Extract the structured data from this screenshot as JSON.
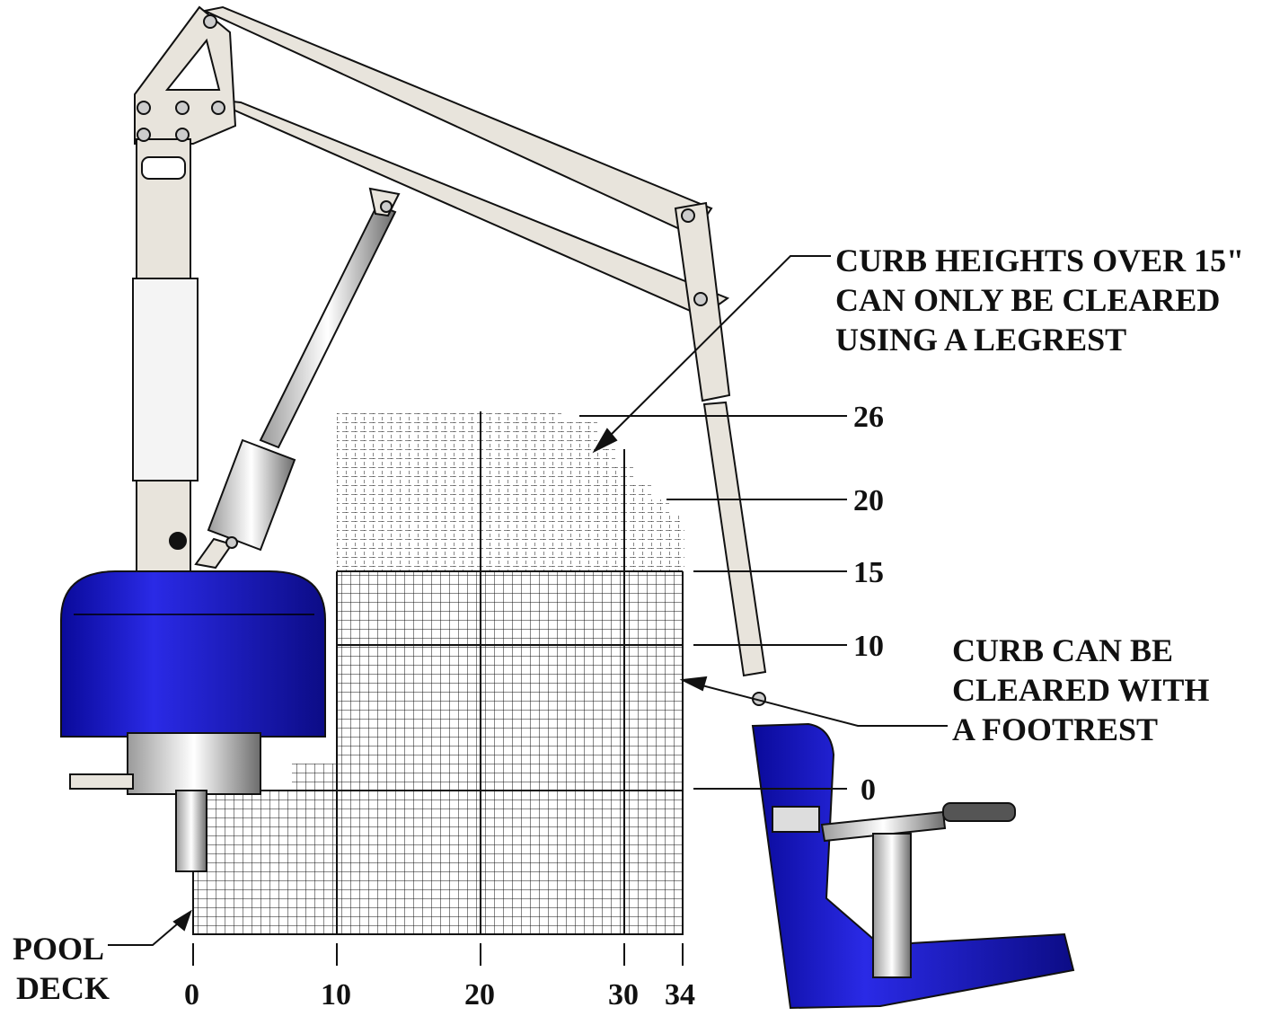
{
  "notes": {
    "legrest_line1": "CURB HEIGHTS OVER 15\"",
    "legrest_line2": "CAN ONLY BE CLEARED",
    "legrest_line3": "USING A LEGREST",
    "footrest_line1": "CURB CAN BE",
    "footrest_line2": "CLEARED WITH",
    "footrest_line3": "A FOOTREST",
    "pool_deck_line1": "POOL",
    "pool_deck_line2": "DECK"
  },
  "vertical_ticks": [
    "26",
    "20",
    "15",
    "10",
    "0"
  ],
  "horizontal_ticks": [
    "0",
    "10",
    "20",
    "30",
    "34"
  ],
  "colors": {
    "blue": "#1a1ad8",
    "frame": "#e8e4dc",
    "line": "#111111"
  }
}
